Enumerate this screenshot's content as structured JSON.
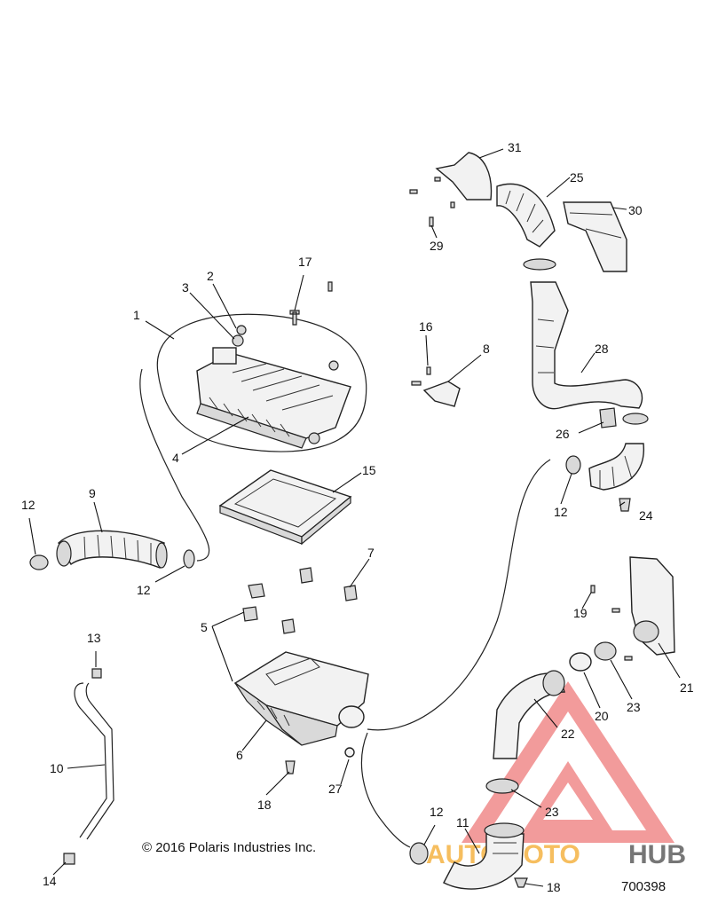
{
  "copyright": "© 2016 Polaris Industries Inc.",
  "reference_number": "700398",
  "watermark": {
    "word_a": "AUTOMOTO",
    "word_b": "HUB",
    "color_a": "#f3a31c",
    "color_b": "#555555",
    "logo_color": "#e84b4b"
  },
  "callouts": [
    {
      "id": "c1",
      "label": "1"
    },
    {
      "id": "c2",
      "label": "2"
    },
    {
      "id": "c3",
      "label": "3"
    },
    {
      "id": "c4",
      "label": "4"
    },
    {
      "id": "c5",
      "label": "5"
    },
    {
      "id": "c6",
      "label": "6"
    },
    {
      "id": "c7",
      "label": "7"
    },
    {
      "id": "c8",
      "label": "8"
    },
    {
      "id": "c9",
      "label": "9"
    },
    {
      "id": "c10",
      "label": "10"
    },
    {
      "id": "c11",
      "label": "11"
    },
    {
      "id": "c12a",
      "label": "12"
    },
    {
      "id": "c12b",
      "label": "12"
    },
    {
      "id": "c12c",
      "label": "12"
    },
    {
      "id": "c12d",
      "label": "12"
    },
    {
      "id": "c13",
      "label": "13"
    },
    {
      "id": "c14",
      "label": "14"
    },
    {
      "id": "c15",
      "label": "15"
    },
    {
      "id": "c16",
      "label": "16"
    },
    {
      "id": "c17",
      "label": "17"
    },
    {
      "id": "c18a",
      "label": "18"
    },
    {
      "id": "c18b",
      "label": "18"
    },
    {
      "id": "c19",
      "label": "19"
    },
    {
      "id": "c20",
      "label": "20"
    },
    {
      "id": "c21",
      "label": "21"
    },
    {
      "id": "c22",
      "label": "22"
    },
    {
      "id": "c23a",
      "label": "23"
    },
    {
      "id": "c23b",
      "label": "23"
    },
    {
      "id": "c24",
      "label": "24"
    },
    {
      "id": "c25",
      "label": "25"
    },
    {
      "id": "c26",
      "label": "26"
    },
    {
      "id": "c27",
      "label": "27"
    },
    {
      "id": "c28",
      "label": "28"
    },
    {
      "id": "c29",
      "label": "29"
    },
    {
      "id": "c30",
      "label": "30"
    },
    {
      "id": "c31",
      "label": "31"
    }
  ]
}
